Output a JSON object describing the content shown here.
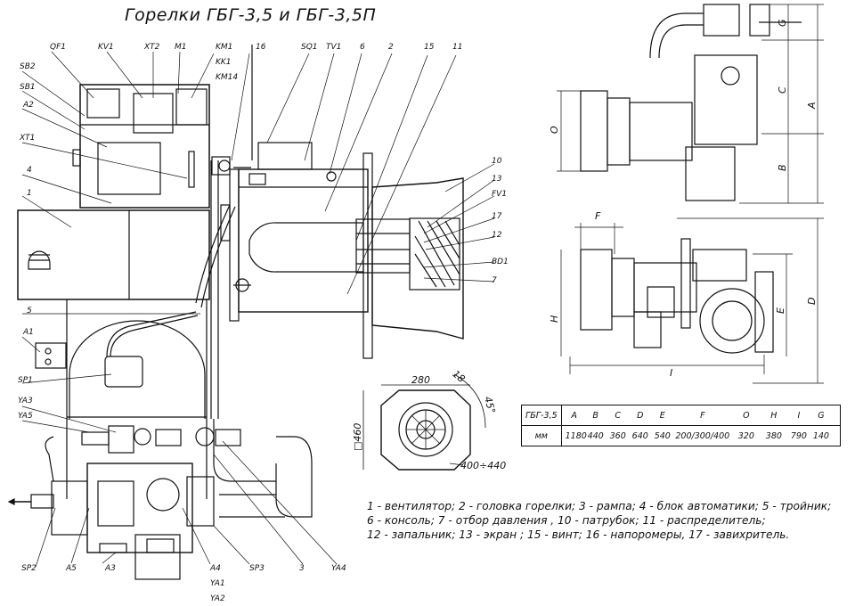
{
  "title": "Горелки ГБГ-3,5 и ГБГ-3,5П",
  "labels": {
    "QF1": "QF1",
    "KV1": "KV1",
    "XT2": "XT2",
    "M1": "M1",
    "KM1": "KM1",
    "KK1": "KK1",
    "KM14": "KM14",
    "n16": "16",
    "SQ1": "SQ1",
    "TV1": "TV1",
    "n6": "6",
    "n2": "2",
    "n15": "15",
    "n11": "11",
    "SB2": "SB2",
    "SB1": "SB1",
    "A2": "A2",
    "XT1": "XT1",
    "n4": "4",
    "n1": "1",
    "n5": "5",
    "A1": "A1",
    "SP1": "SP1",
    "YA3": "YA3",
    "YA5": "YA5",
    "SP2": "SP2",
    "A5": "A5",
    "A3": "A3",
    "A4": "A4",
    "YA1": "YA1",
    "YA2": "YA2",
    "SP3": "SP3",
    "n3": "3",
    "YA4": "YA4",
    "n10": "10",
    "n13": "13",
    "FV1": "FV1",
    "n17": "17",
    "n12": "12",
    "BD1": "BD1",
    "n7": "7"
  },
  "dims": {
    "d280": "280",
    "d18": "18",
    "d45": "45°",
    "d460": "□460",
    "d400": "400÷440",
    "G": "G",
    "C": "C",
    "A": "A",
    "B": "B",
    "O": "O",
    "F": "F",
    "H": "H",
    "E": "E",
    "D": "D",
    "I": "I"
  },
  "table": {
    "model": "ГБГ-3,5",
    "unit": "мм",
    "letters": [
      "A",
      "B",
      "C",
      "D",
      "E",
      "F",
      "O",
      "H",
      "I",
      "G"
    ],
    "values": [
      "1180",
      "440",
      "360",
      "640",
      "540",
      "200/300/400",
      "320",
      "380",
      "790",
      "140"
    ]
  },
  "legend": [
    "1 - вентилятор; 2 - головка горелки; 3 - рампа; 4 - блок автоматики; 5 - тройник;",
    "6 - консоль; 7 - отбор давления , 10 - патрубок; 11 - распределитель;",
    "12 - запальник; 13 - экран ; 15 - винт; 16 - напоромеры, 17 - завихритель."
  ]
}
